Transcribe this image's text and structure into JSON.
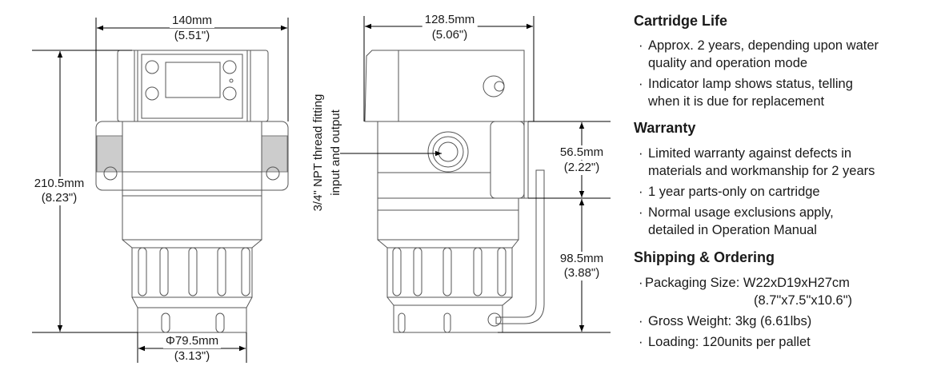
{
  "front_view": {
    "width_mm": "140mm",
    "width_in": "(5.51\")",
    "height_mm": "210.5mm",
    "height_in": "(8.23\")",
    "diameter_mm": "Φ79.5mm",
    "diameter_in": "(3.13\")"
  },
  "side_view": {
    "depth_mm": "128.5mm",
    "depth_in": "(5.06\")",
    "upper_mm": "56.5mm",
    "upper_in": "(2.22\")",
    "lower_mm": "98.5mm",
    "lower_in": "(3.88\")",
    "fitting_line1": "3/4\" NPT thread fitting",
    "fitting_line2": "input and output"
  },
  "specs": {
    "cartridge": {
      "title": "Cartridge Life",
      "items": [
        [
          "Approx. 2 years, depending upon water",
          "quality and operation mode"
        ],
        [
          "Indicator lamp shows status, telling",
          "when it is due for replacement"
        ]
      ]
    },
    "warranty": {
      "title": "Warranty",
      "items": [
        [
          "Limited warranty against defects in",
          "materials and workmanship for 2 years"
        ],
        [
          "1 year parts-only on cartridge"
        ],
        [
          "Normal usage exclusions apply,",
          "detailed in Operation Manual"
        ]
      ]
    },
    "shipping": {
      "title": "Shipping & Ordering",
      "items": [
        [
          "Packaging Size: W22xD19xH27cm",
          "(8.7\"x7.5\"x10.6\")"
        ],
        [
          "Gross Weight: 3kg (6.61lbs)"
        ],
        [
          "Loading: 120units per pallet"
        ]
      ]
    },
    "bullet": "·"
  }
}
